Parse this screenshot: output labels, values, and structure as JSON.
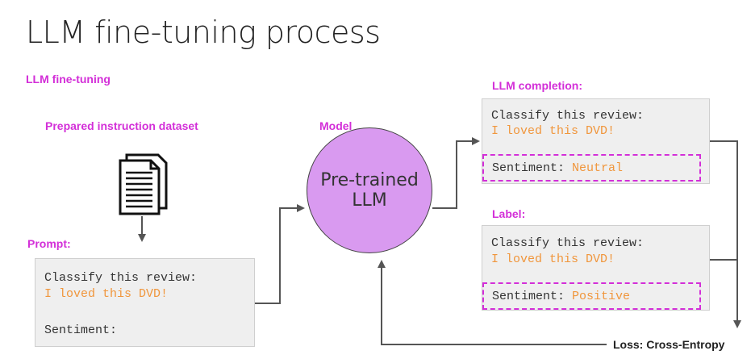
{
  "title": "LLM fine-tuning process",
  "section_label": "LLM fine-tuning",
  "dataset_label": "Prepared instruction dataset",
  "model_label": "Model",
  "prompt_label": "Prompt:",
  "completion_label": "LLM completion:",
  "label_label": "Label:",
  "model_name": "Pre-trained LLM",
  "loss_label": "Loss: Cross-Entropy",
  "prompt_box": {
    "line1": "Classify this review:",
    "line2": "I loved this DVD!",
    "line3": "Sentiment:"
  },
  "completion_box": {
    "line1": "Classify this review:",
    "line2": "I loved this DVD!",
    "sentiment_key": "Sentiment:",
    "sentiment_value": "Neutral"
  },
  "label_box": {
    "line1": "Classify this review:",
    "line2": "I loved this DVD!",
    "sentiment_key": "Sentiment:",
    "sentiment_value": "Positive"
  },
  "colors": {
    "accent": "#d32fd8",
    "highlight": "#f0963c",
    "model_fill": "#d99af0"
  }
}
